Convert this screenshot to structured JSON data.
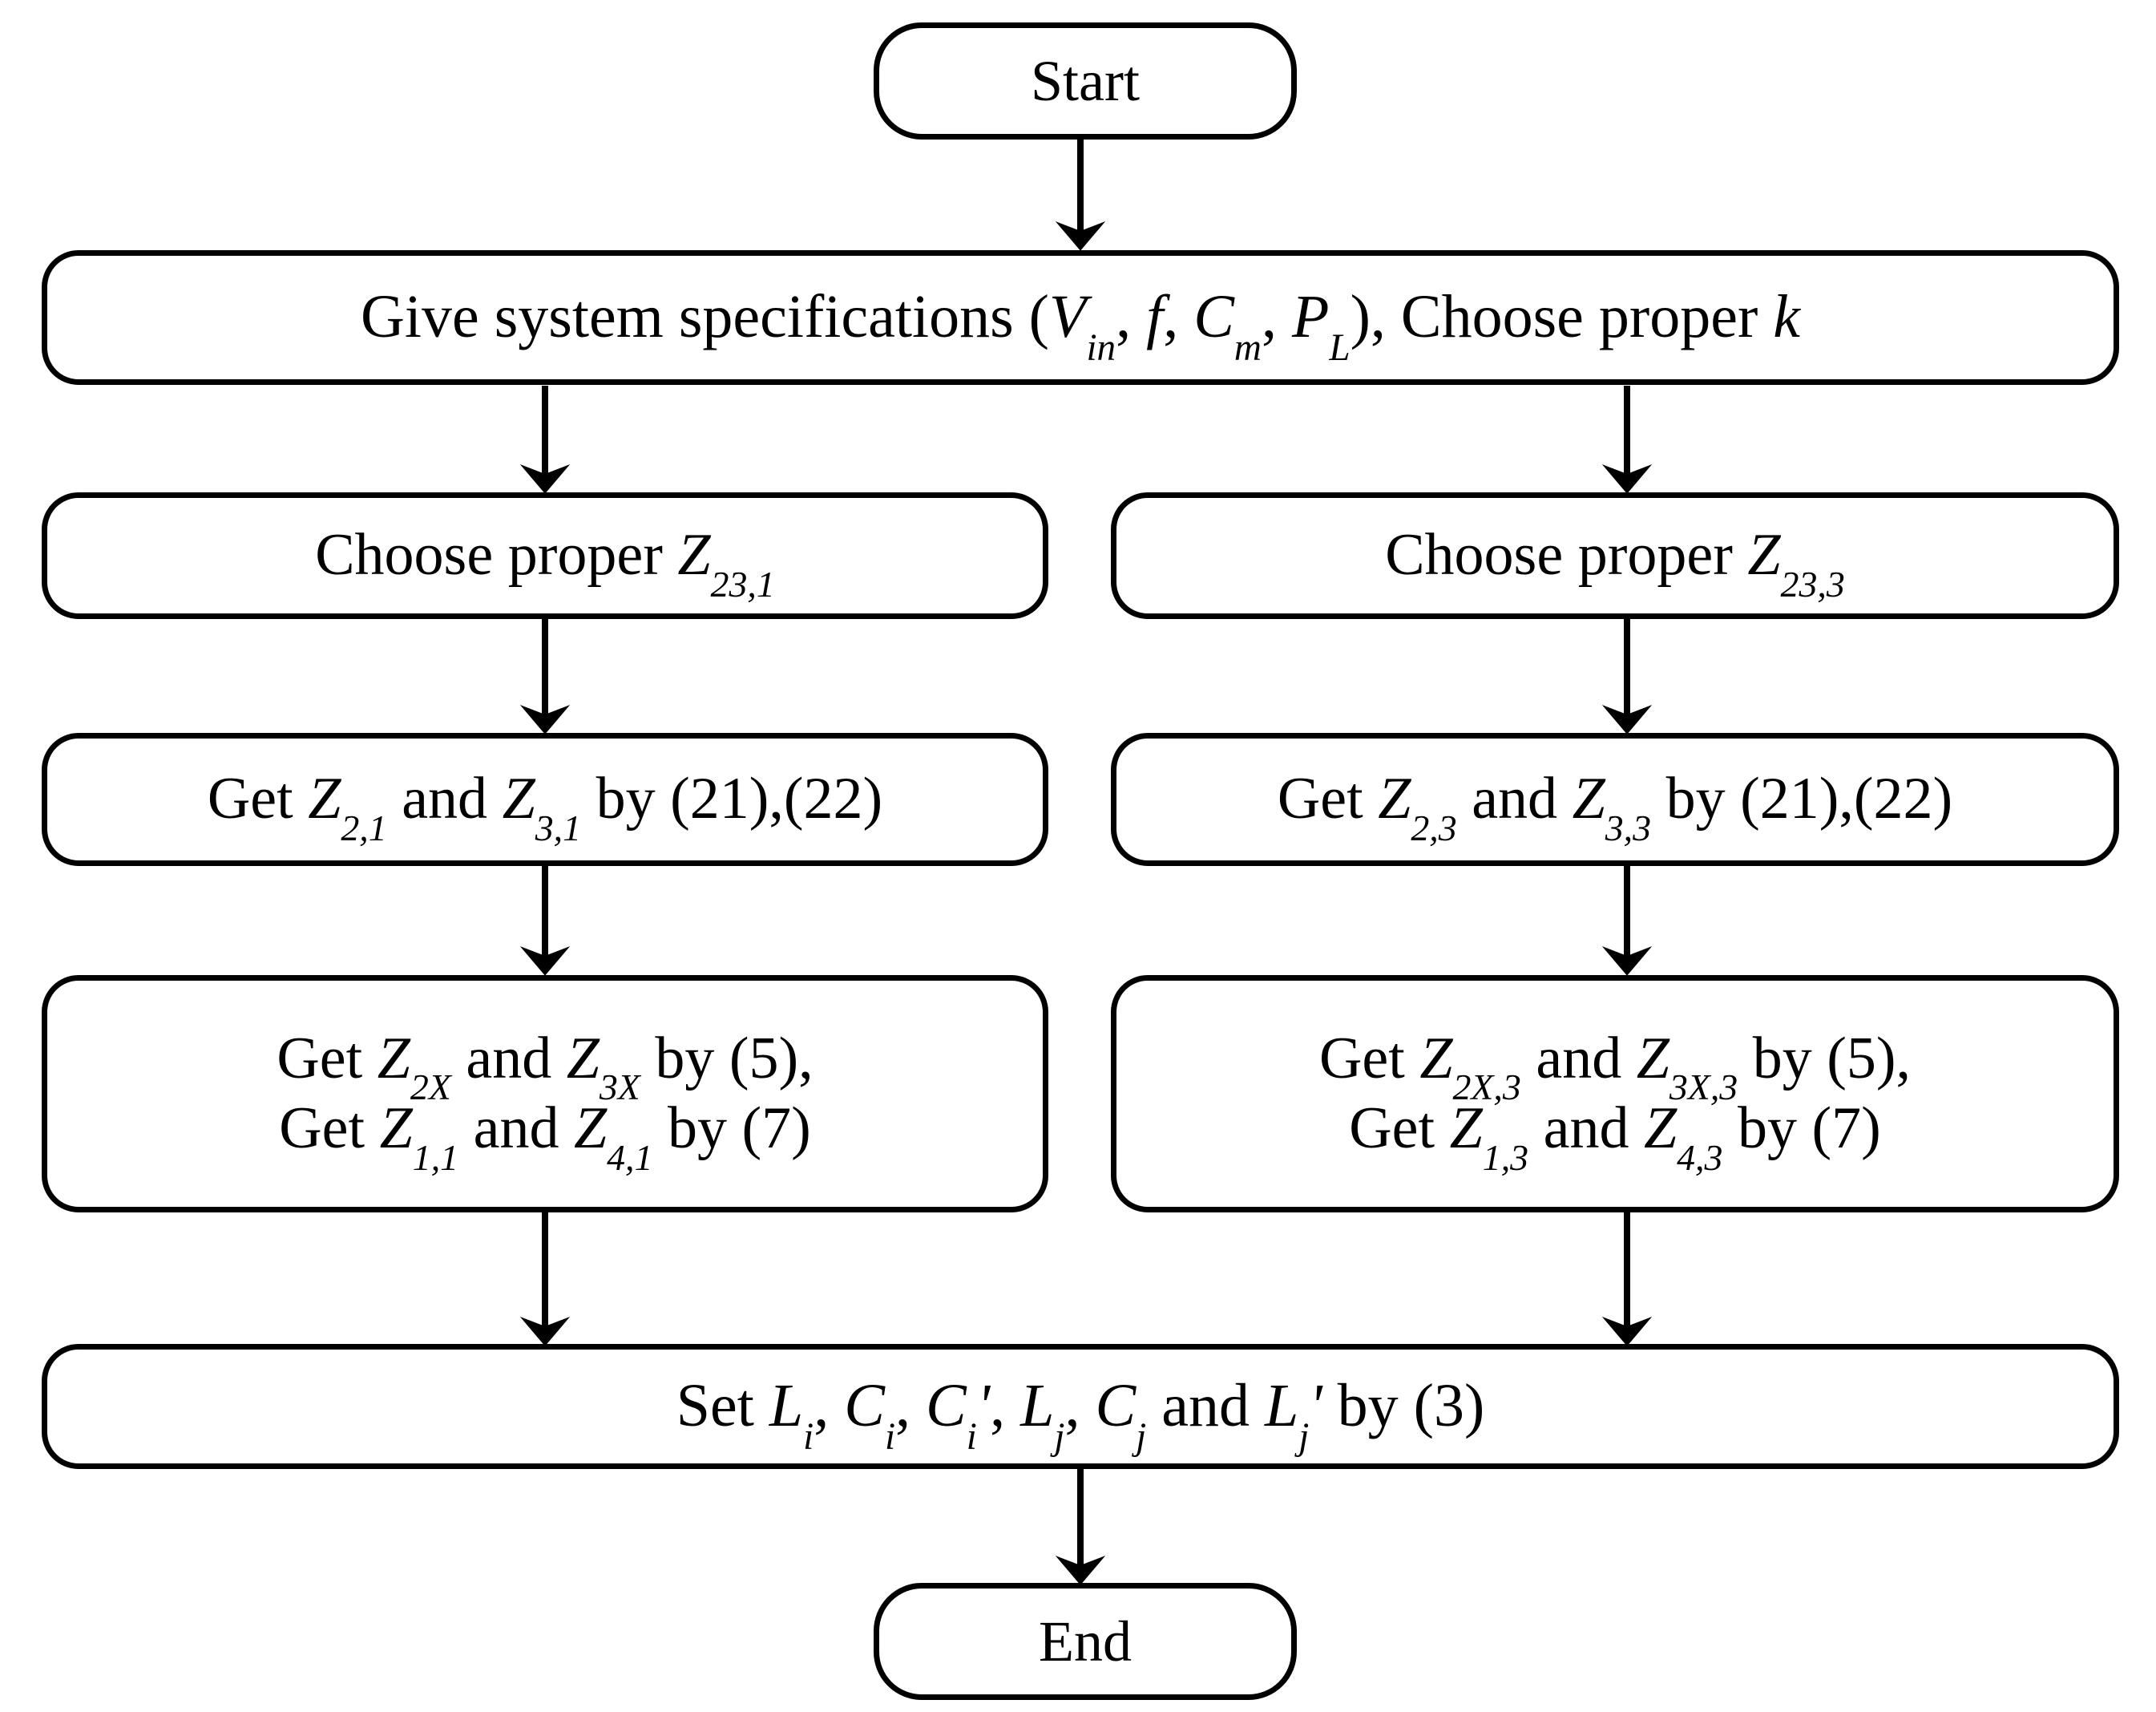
{
  "diagram": {
    "title": "Design procedure flowchart",
    "stroke_color": "#000000",
    "background_color": "#ffffff",
    "nodes": [
      {
        "id": "start",
        "type": "terminal",
        "text": "Start"
      },
      {
        "id": "give-specs",
        "type": "process",
        "text_plain": "Give system specifications (Vin, f, Cm, PL), Choose proper k",
        "segments": [
          {
            "t": "Give system specifications (",
            "style": "roman"
          },
          {
            "t": "V",
            "style": "italic"
          },
          {
            "t": "in",
            "style": "subscript"
          },
          {
            "t": ", ",
            "style": "roman"
          },
          {
            "t": "f",
            "style": "italic"
          },
          {
            "t": ", ",
            "style": "roman"
          },
          {
            "t": "C",
            "style": "italic"
          },
          {
            "t": "m",
            "style": "subscript"
          },
          {
            "t": ", ",
            "style": "roman"
          },
          {
            "t": "P",
            "style": "italic"
          },
          {
            "t": "L",
            "style": "subscript"
          },
          {
            "t": "), Choose proper ",
            "style": "roman"
          },
          {
            "t": "k",
            "style": "italic"
          }
        ]
      },
      {
        "id": "choose-z23-1",
        "type": "process",
        "text_plain": "Choose proper Z23,1",
        "segments": [
          {
            "t": "Choose proper ",
            "style": "roman"
          },
          {
            "t": "Z",
            "style": "italic"
          },
          {
            "t": "23,1",
            "style": "subscript"
          }
        ]
      },
      {
        "id": "choose-z23-3",
        "type": "process",
        "text_plain": "Choose proper Z23,3",
        "segments": [
          {
            "t": "Choose proper ",
            "style": "roman"
          },
          {
            "t": "Z",
            "style": "italic"
          },
          {
            "t": "23,3",
            "style": "subscript"
          }
        ]
      },
      {
        "id": "get-z2-1-z3-1",
        "type": "process",
        "text_plain": "Get Z2,1 and Z3,1 by (21),(22)",
        "segments": [
          {
            "t": "Get ",
            "style": "roman"
          },
          {
            "t": "Z",
            "style": "italic"
          },
          {
            "t": "2,1",
            "style": "subscript"
          },
          {
            "t": " and ",
            "style": "roman"
          },
          {
            "t": "Z",
            "style": "italic"
          },
          {
            "t": "3,1",
            "style": "subscript"
          },
          {
            "t": " by (21),(22)",
            "style": "roman"
          }
        ]
      },
      {
        "id": "get-z2-3-z3-3",
        "type": "process",
        "text_plain": "Get Z2,3 and Z3,3 by (21),(22)",
        "segments": [
          {
            "t": "Get ",
            "style": "roman"
          },
          {
            "t": "Z",
            "style": "italic"
          },
          {
            "t": "2,3",
            "style": "subscript"
          },
          {
            "t": " and ",
            "style": "roman"
          },
          {
            "t": "Z",
            "style": "italic"
          },
          {
            "t": "3,3",
            "style": "subscript"
          },
          {
            "t": " by (21),(22)",
            "style": "roman"
          }
        ]
      },
      {
        "id": "get-z2x-z3x-left",
        "type": "process",
        "text_plain": "Get Z2X and Z3X by (5), Get Z1,1 and Z4,1 by (7)",
        "lines": [
          {
            "segments": [
              {
                "t": "Get ",
                "style": "roman"
              },
              {
                "t": "Z",
                "style": "italic"
              },
              {
                "t": "2X",
                "style": "subscript"
              },
              {
                "t": " and ",
                "style": "roman"
              },
              {
                "t": "Z",
                "style": "italic"
              },
              {
                "t": "3X",
                "style": "subscript"
              },
              {
                "t": " by (5),",
                "style": "roman"
              }
            ]
          },
          {
            "segments": [
              {
                "t": "Get ",
                "style": "roman"
              },
              {
                "t": "Z",
                "style": "italic"
              },
              {
                "t": "1,1",
                "style": "subscript"
              },
              {
                "t": " and ",
                "style": "roman"
              },
              {
                "t": "Z",
                "style": "italic"
              },
              {
                "t": "4,1",
                "style": "subscript"
              },
              {
                "t": " by (7)",
                "style": "roman"
              }
            ]
          }
        ]
      },
      {
        "id": "get-z2x-z3x-right",
        "type": "process",
        "text_plain": "Get Z2X,3 and Z3X,3 by (5), Get Z1,3 and Z4,3 by (7)",
        "lines": [
          {
            "segments": [
              {
                "t": "Get ",
                "style": "roman"
              },
              {
                "t": "Z",
                "style": "italic"
              },
              {
                "t": "2X,3",
                "style": "subscript"
              },
              {
                "t": " and ",
                "style": "roman"
              },
              {
                "t": "Z",
                "style": "italic"
              },
              {
                "t": "3X,3",
                "style": "subscript"
              },
              {
                "t": " by (5),",
                "style": "roman"
              }
            ]
          },
          {
            "segments": [
              {
                "t": "Get ",
                "style": "roman"
              },
              {
                "t": "Z",
                "style": "italic"
              },
              {
                "t": "1,3",
                "style": "subscript"
              },
              {
                "t": " and ",
                "style": "roman"
              },
              {
                "t": "Z",
                "style": "italic"
              },
              {
                "t": "4,3",
                "style": "subscript"
              },
              {
                "t": " by (7)",
                "style": "roman"
              }
            ]
          }
        ]
      },
      {
        "id": "set-components",
        "type": "process",
        "text_plain": "Set Li, Ci,  Ci', Lj, Cj and Lj' by (3)",
        "segments": [
          {
            "t": "Set ",
            "style": "roman"
          },
          {
            "t": "L",
            "style": "italic"
          },
          {
            "t": "i",
            "style": "subscript"
          },
          {
            "t": ", ",
            "style": "roman"
          },
          {
            "t": "C",
            "style": "italic"
          },
          {
            "t": "i",
            "style": "subscript"
          },
          {
            "t": ",  ",
            "style": "roman"
          },
          {
            "t": "C",
            "style": "italic"
          },
          {
            "t": "i",
            "style": "subscript"
          },
          {
            "t": "'",
            "style": "prime"
          },
          {
            "t": ", ",
            "style": "roman"
          },
          {
            "t": "L",
            "style": "italic"
          },
          {
            "t": "j",
            "style": "subscript"
          },
          {
            "t": ", ",
            "style": "roman"
          },
          {
            "t": "C",
            "style": "italic"
          },
          {
            "t": "j",
            "style": "subscript"
          },
          {
            "t": " and ",
            "style": "roman"
          },
          {
            "t": "L",
            "style": "italic"
          },
          {
            "t": "j",
            "style": "subscript"
          },
          {
            "t": "'",
            "style": "prime"
          },
          {
            "t": " by (3)",
            "style": "roman"
          }
        ]
      },
      {
        "id": "end",
        "type": "terminal",
        "text": "End"
      }
    ],
    "edges": [
      {
        "from": "start",
        "to": "give-specs"
      },
      {
        "from": "give-specs",
        "to": "choose-z23-1"
      },
      {
        "from": "give-specs",
        "to": "choose-z23-3"
      },
      {
        "from": "choose-z23-1",
        "to": "get-z2-1-z3-1"
      },
      {
        "from": "choose-z23-3",
        "to": "get-z2-3-z3-3"
      },
      {
        "from": "get-z2-1-z3-1",
        "to": "get-z2x-z3x-left"
      },
      {
        "from": "get-z2-3-z3-3",
        "to": "get-z2x-z3x-right"
      },
      {
        "from": "get-z2x-z3x-left",
        "to": "set-components"
      },
      {
        "from": "get-z2x-z3x-right",
        "to": "set-components"
      },
      {
        "from": "set-components",
        "to": "end"
      }
    ]
  }
}
